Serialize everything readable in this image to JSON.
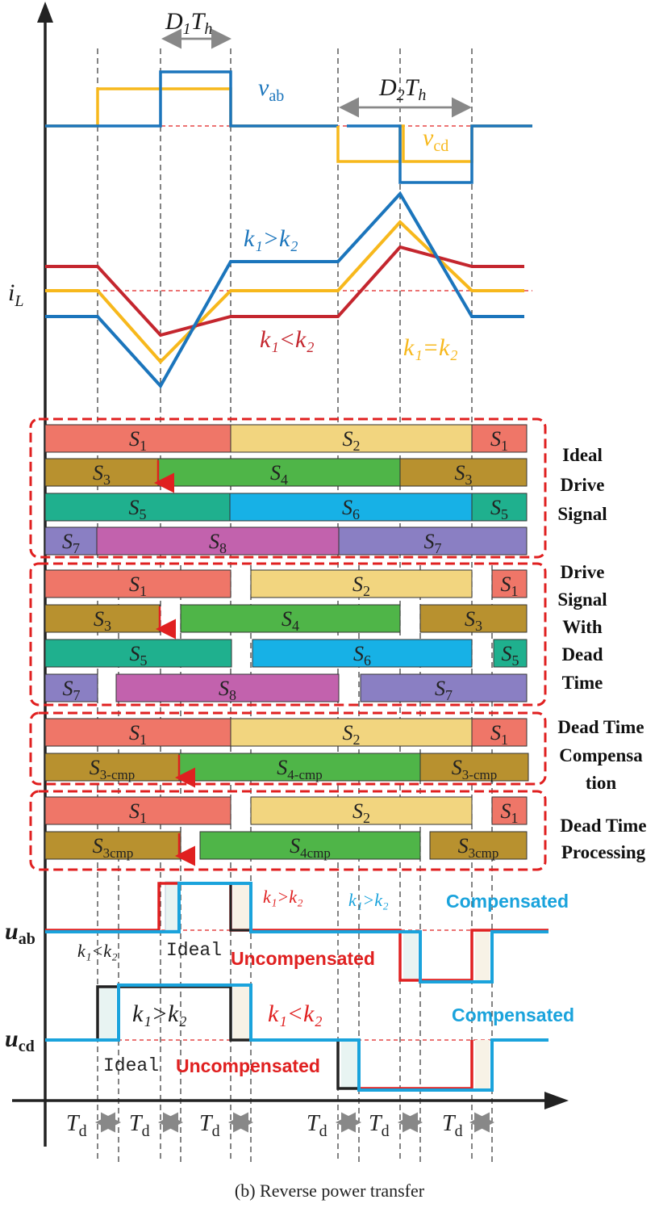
{
  "labels": {
    "d1th": "D",
    "d1th_sub": "1",
    "d1th_tail": "T",
    "d1th_h": "h",
    "d2th": "D",
    "d2th_sub": "2",
    "d2th_tail": "T",
    "d2th_h": "h",
    "vab": "v",
    "vab_sub": "ab",
    "vcd": "v",
    "vcd_sub": "cd",
    "il": "i",
    "il_sub": "L",
    "k_gt": "k₁>k₂",
    "k_lt": "k₁<k₂",
    "k_eq": "k₁=k₂"
  },
  "groups": {
    "ideal": "Ideal\nDrive\nSignal",
    "deadtime": "Drive\nSignal\nWith\nDead\nTime",
    "compensation": "Dead Time\nCompensa\ntion",
    "processing": "Dead Time\nProcessing"
  },
  "bars": {
    "ideal": [
      [
        {
          "t": "S",
          "s": "1",
          "c": "#ef7668"
        },
        {
          "t": "S",
          "s": "2",
          "c": "#f2d57f"
        },
        {
          "t": "S",
          "s": "1",
          "c": "#ef7668"
        }
      ],
      [
        {
          "t": "S",
          "s": "3",
          "c": "#b8912f"
        },
        {
          "t": "S",
          "s": "4",
          "c": "#4fb548"
        },
        {
          "t": "S",
          "s": "3",
          "c": "#b8912f"
        }
      ],
      [
        {
          "t": "S",
          "s": "5",
          "c": "#1fb08e"
        },
        {
          "t": "S",
          "s": "6",
          "c": "#17b1e6"
        },
        {
          "t": "S",
          "s": "5",
          "c": "#1fb08e"
        }
      ],
      [
        {
          "t": "S",
          "s": "7",
          "c": "#8a7fc3"
        },
        {
          "t": "S",
          "s": "8",
          "c": "#c262ad"
        },
        {
          "t": "S",
          "s": "7",
          "c": "#8a7fc3"
        }
      ]
    ],
    "deadtime": [
      [
        {
          "t": "S",
          "s": "1",
          "c": "#ef7668"
        },
        {
          "t": "S",
          "s": "2",
          "c": "#f2d57f"
        },
        {
          "t": "S",
          "s": "1",
          "c": "#ef7668"
        }
      ],
      [
        {
          "t": "S",
          "s": "3",
          "c": "#b8912f"
        },
        {
          "t": "S",
          "s": "4",
          "c": "#4fb548"
        },
        {
          "t": "S",
          "s": "3",
          "c": "#b8912f"
        }
      ],
      [
        {
          "t": "S",
          "s": "5",
          "c": "#1fb08e"
        },
        {
          "t": "S",
          "s": "6",
          "c": "#17b1e6"
        },
        {
          "t": "S",
          "s": "5",
          "c": "#1fb08e"
        }
      ],
      [
        {
          "t": "S",
          "s": "7",
          "c": "#8a7fc3"
        },
        {
          "t": "S",
          "s": "8",
          "c": "#c262ad"
        },
        {
          "t": "S",
          "s": "7",
          "c": "#8a7fc3"
        }
      ]
    ],
    "compensation": [
      [
        {
          "t": "S",
          "s": "1",
          "c": "#ef7668"
        },
        {
          "t": "S",
          "s": "2",
          "c": "#f2d57f"
        },
        {
          "t": "S",
          "s": "1",
          "c": "#ef7668"
        }
      ],
      [
        {
          "t": "S",
          "s": "3-cmp",
          "c": "#b8912f"
        },
        {
          "t": "S",
          "s": "4-cmp",
          "c": "#4fb548"
        },
        {
          "t": "S",
          "s": "3-cmp",
          "c": "#b8912f"
        }
      ]
    ],
    "processing": [
      [
        {
          "t": "S",
          "s": "1",
          "c": "#ef7668"
        },
        {
          "t": "S",
          "s": "2",
          "c": "#f2d57f"
        },
        {
          "t": "S",
          "s": "1",
          "c": "#ef7668"
        }
      ],
      [
        {
          "t": "S",
          "s": "3cmp",
          "c": "#b8912f"
        },
        {
          "t": "S",
          "s": "4cmp",
          "c": "#4fb548"
        },
        {
          "t": "S",
          "s": "3cmp",
          "c": "#b8912f"
        }
      ]
    ]
  },
  "bottom": {
    "uab": "u",
    "uab_sub": "ab",
    "ucd": "u",
    "ucd_sub": "cd",
    "compensated": "Compensated",
    "uncompensated": "Uncompensated",
    "ideal": "Ideal",
    "k_gt_red": "k₁>k₂",
    "k_gt_blue": "k₁>k₂",
    "k_lt_small": "k₁<k₂",
    "k_gt_black": "k₁>k₂",
    "k_lt_red": "k₁<k₂",
    "td": "T",
    "td_sub": "d"
  },
  "colors": {
    "blue": "#1b75bc",
    "yellow": "#f7b81c",
    "red": "#c4262e",
    "cyan": "#1aa3dc",
    "dashRed": "#e02020"
  },
  "caption": "(b) Reverse power transfer"
}
